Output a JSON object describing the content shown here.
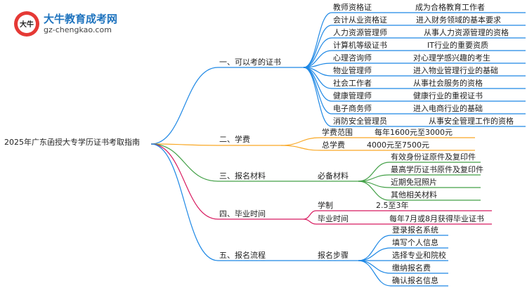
{
  "logo": {
    "title": "大牛教育成考网",
    "url": "gz-chengkao.com",
    "badge_text": "大牛"
  },
  "colors": {
    "b1": "#1e88e5",
    "b2": "#f9a825",
    "b3": "#43a047",
    "b4": "#d81b60",
    "b5": "#1e88e5"
  },
  "root": "2025年广东函授大专学历证书考取指南",
  "branches": [
    {
      "label": "一、可以考的证书",
      "items": [
        {
          "name": "教师资格证",
          "desc": "成为合格教育工作者"
        },
        {
          "name": "会计从业资格证",
          "desc": "进入财务领域的基本要求"
        },
        {
          "name": "人力资源管理师",
          "desc": "从事人力资源管理的资格"
        },
        {
          "name": "计算机等级证书",
          "desc": "IT行业的重要资质"
        },
        {
          "name": "心理咨询师",
          "desc": "对心理学感兴趣的考生"
        },
        {
          "name": "物业管理师",
          "desc": "进入物业管理行业的基础"
        },
        {
          "name": "社会工作者",
          "desc": "从事社会服务的资格"
        },
        {
          "name": "健康管理师",
          "desc": "健康行业的重视证书"
        },
        {
          "name": "电子商务师",
          "desc": "进入电商行业的基础"
        },
        {
          "name": "消防安全管理员",
          "desc": "从事安全管理工作的资格"
        }
      ]
    },
    {
      "label": "二、学费",
      "items": [
        {
          "name": "学费范围",
          "desc": "每年1600元至3000元"
        },
        {
          "name": "总学费",
          "desc": "4000元至7500元"
        }
      ]
    },
    {
      "label": "三、报名材料",
      "sub": "必备材料",
      "leaves": [
        "有效身份证原件及复印件",
        "最高学历证书原件及复印件",
        "近期免冠照片",
        "其他相关材料"
      ]
    },
    {
      "label": "四、毕业时间",
      "items": [
        {
          "name": "学制",
          "desc": "2.5至3年"
        },
        {
          "name": "毕业时间",
          "desc": "每年7月或8月获得毕业证书"
        }
      ]
    },
    {
      "label": "五、报名流程",
      "sub": "报名步骤",
      "leaves": [
        "登录报名系统",
        "填写个人信息",
        "选择专业和院校",
        "缴纳报名费",
        "确认报名信息"
      ]
    }
  ]
}
